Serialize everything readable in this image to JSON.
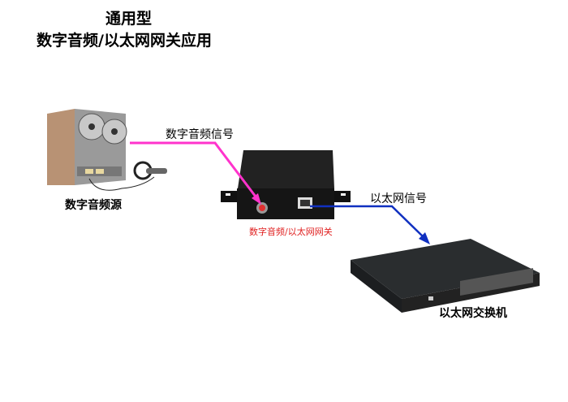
{
  "title": {
    "line1": "通用型",
    "line2": "数字音频/以太网网关应用"
  },
  "labels": {
    "source": "数字音频源",
    "audio_signal": "数字音频信号",
    "gateway": "数字音频/以太网网关",
    "ethernet_signal": "以太网信号",
    "switch": "以太网交换机"
  },
  "colors": {
    "audio_line": "#ff33cc",
    "ethernet_line": "#1030c0",
    "gateway_label": "#e02020"
  }
}
